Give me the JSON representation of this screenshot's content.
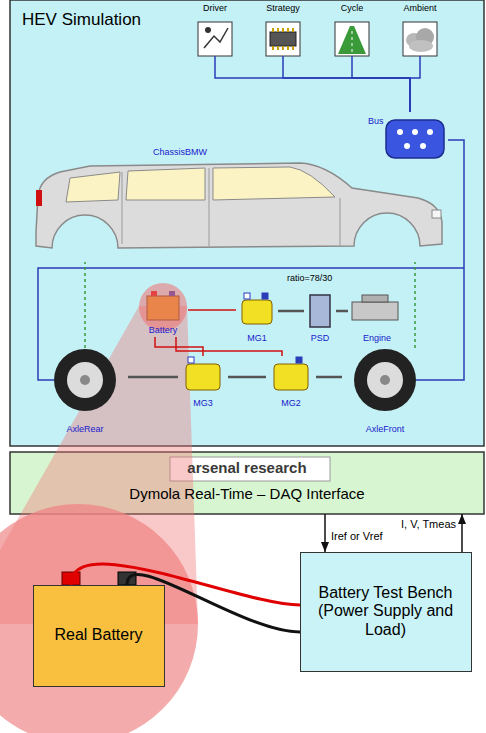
{
  "diagram": {
    "nodes": [
      {
        "text": [
          "HEV Simulation"
        ]
      },
      {
        "text": [
          "Driver"
        ],
        "in": 0
      },
      {
        "text": [
          "Strategy"
        ],
        "in": 0
      },
      {
        "text": [
          "Cycle"
        ],
        "in": 0
      },
      {
        "text": [
          "Ambient"
        ],
        "in": 0
      },
      {
        "text": [
          "Bus"
        ],
        "in": 0
      },
      {
        "text": [
          "ChassisBMW"
        ],
        "in": 0
      },
      {
        "text": [
          "Battery"
        ],
        "in": 0
      },
      {
        "text": [
          "MG1"
        ],
        "in": 0
      },
      {
        "text": [
          "PSD"
        ],
        "in": 0
      },
      {
        "text": [
          "Engine"
        ],
        "in": 0
      },
      {
        "text": [
          "AxleRear"
        ],
        "in": 0
      },
      {
        "text": [
          "MG3"
        ],
        "in": 0
      },
      {
        "text": [
          "MG2"
        ],
        "in": 0
      },
      {
        "text": [
          "AxleFront"
        ],
        "in": 0
      },
      {
        "text": [
          "arsenal research",
          "Dymola Real-Time – DAQ Interface"
        ]
      },
      {
        "text": [
          "Real Battery"
        ]
      },
      {
        "text": [
          "Battery Test Bench (Power Supply and Load)"
        ]
      }
    ],
    "edges": [
      {
        "from": 1,
        "to": 5,
        "arrow": "none"
      },
      {
        "from": 2,
        "to": 5,
        "arrow": "none"
      },
      {
        "from": 3,
        "to": 5,
        "arrow": "none"
      },
      {
        "from": 4,
        "to": 5,
        "arrow": "none"
      },
      {
        "from": 7,
        "to": 8,
        "arrow": "none"
      },
      {
        "from": 7,
        "to": 12,
        "arrow": "none"
      },
      {
        "from": 7,
        "to": 13,
        "arrow": "none"
      },
      {
        "from": 8,
        "to": 9,
        "arrow": "none"
      },
      {
        "from": 9,
        "to": 10,
        "arrow": "none"
      },
      {
        "from": 11,
        "to": 12,
        "arrow": "none"
      },
      {
        "from": 12,
        "to": 13,
        "arrow": "none"
      },
      {
        "from": 13,
        "to": 14,
        "arrow": "none"
      },
      {
        "from": 11,
        "to": 6,
        "arrow": "none"
      },
      {
        "from": 14,
        "to": 6,
        "arrow": "none"
      },
      {
        "from": 15,
        "to": 17,
        "label": "Iref or Vref",
        "arrow": "to"
      },
      {
        "from": 17,
        "to": 15,
        "label": "I, V, Tmeas",
        "arrow": "to"
      },
      {
        "from": 16,
        "to": 17,
        "arrow": "none"
      },
      {
        "from": 16,
        "to": 17,
        "arrow": "none"
      }
    ],
    "labels": [
      "ratio=78/30"
    ]
  }
}
